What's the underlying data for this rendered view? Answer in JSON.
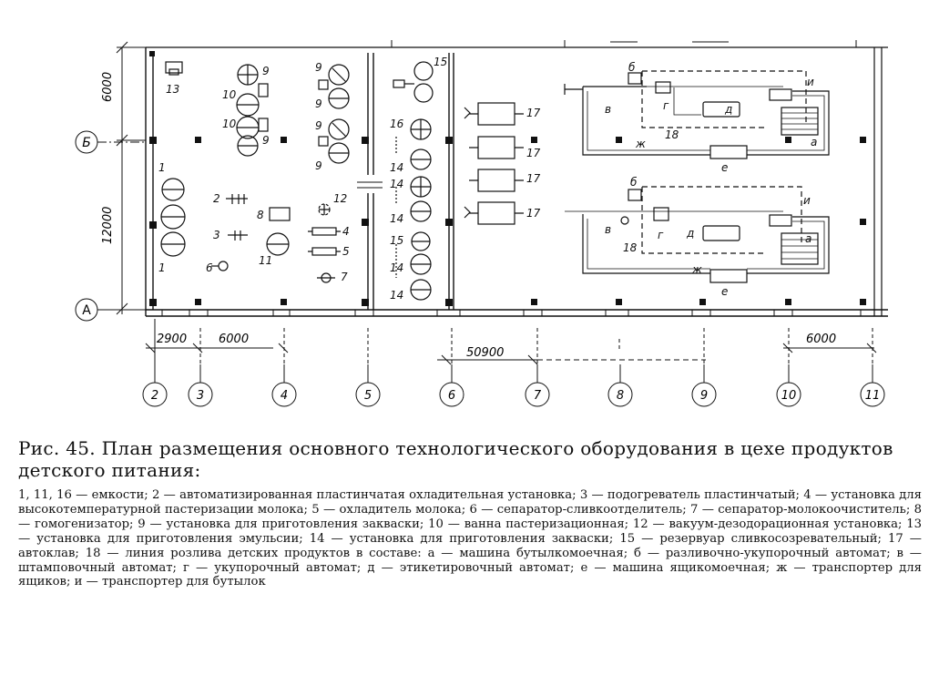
{
  "plan": {
    "vertical_dims": [
      "6000",
      "12000"
    ],
    "row_axes": [
      "Б",
      "А"
    ],
    "column_axes": [
      "2",
      "3",
      "4",
      "5",
      "6",
      "7",
      "8",
      "9",
      "10",
      "11"
    ],
    "bottom_dims": [
      "2900",
      "6000",
      "50900",
      "6000"
    ],
    "equipment_labels": {
      "l13": "13",
      "l9a": "9",
      "l10a": "10",
      "l10b": "10",
      "l9b": "9",
      "l9c": "9",
      "l9d": "9",
      "l9e": "9",
      "l9f": "9",
      "l1a": "1",
      "l1b": "1",
      "l2": "2",
      "l3": "3",
      "l6": "6",
      "l8": "8",
      "l11": "11",
      "l12": "12",
      "l4": "4",
      "l5": "5",
      "l7": "7",
      "l15a": "15",
      "l16": "16",
      "l14a": "14",
      "l14b": "14",
      "l14c": "14",
      "l15b": "15",
      "l14d": "14",
      "l14e": "14",
      "l17a": "17",
      "l17b": "17",
      "l17c": "17",
      "l17d": "17",
      "l18a": "18",
      "l18b": "18",
      "la": "а",
      "lb": "б",
      "lv": "в",
      "lg": "г",
      "ld": "д",
      "le": "е",
      "lzh": "ж",
      "li": "и",
      "la2": "а",
      "lb2": "б",
      "lv2": "в",
      "lg2": "г",
      "ld2": "д",
      "le2": "е",
      "lzh2": "ж",
      "li2": "и"
    }
  },
  "caption": {
    "title": "Рис. 45. План размещения основного технологического оборудования в цехе продуктов детского питания:",
    "legend": "1, 11, 16 — емкости; 2 — автоматизированная пластинчатая охладительная установка; 3 — подогреватель пластинчатый; 4 — установка для высокотемпературной пастеризации молока; 5 — охладитель молока; 6 — сепаратор-сливкоотделитель; 7 — сепаратор-молокоочиститель; 8 — гомогенизатор; 9 — установка для приготовления закваски; 10 — ванна пастеризационная; 12 — вакуум-дезодорационная установка; 13 — установка для приготовления эмульсии; 14 — установка для приготовления закваски; 15 — резервуар сливкосозревательный; 17 — автоклав; 18 — линия розлива детских продуктов в составе: а — машина бутылкомоечная; б — разливочно-укупорочный автомат; в — штамповочный автомат; г — укупорочный автомат; д — этикетировочный автомат; е — машина ящикомоечная; ж — транспортер для ящиков; и — транспортер для бутылок"
  }
}
